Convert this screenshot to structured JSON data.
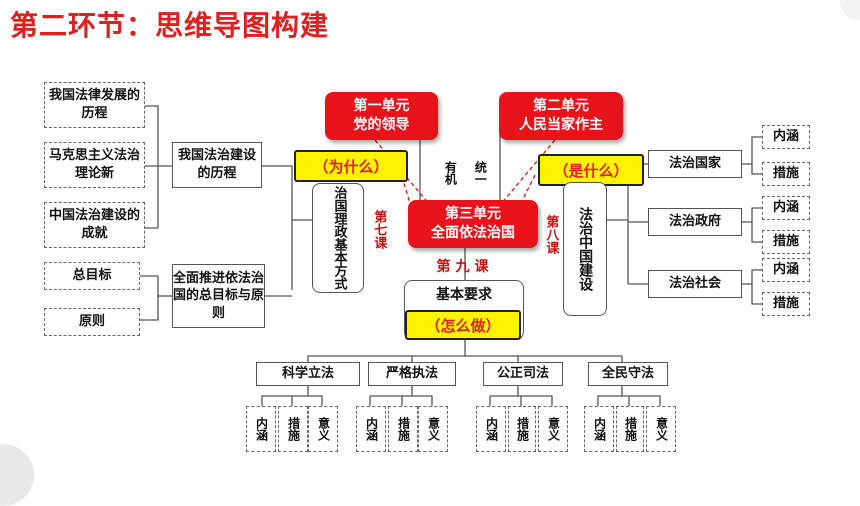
{
  "title": "第二环节：思维导图构建",
  "left": {
    "history_items": [
      "我国法律发展的历程",
      "马克思主义法治理论新",
      "中国法治建设的成就"
    ],
    "history_hub": "我国法治建设的历程",
    "goal_items": [
      "总目标",
      "原则"
    ],
    "goal_hub": "全面推进依法治国的总目标与原则"
  },
  "units": {
    "unit1": "第一单元\n党的领导",
    "unit2": "第二单元\n人民当家作主",
    "unit3": "第三单元\n全面依法治国"
  },
  "unity": [
    "有机",
    "统一"
  ],
  "why": "（为什么）",
  "what": "（是什么）",
  "how": "（怎么做）",
  "lesson7": {
    "label": "第七课",
    "box": "治国理政基本方式"
  },
  "lesson8": {
    "label": "第八课",
    "box": "法治中国建设"
  },
  "lesson9": "第九课",
  "basic_req": "基本要求",
  "right": {
    "items": [
      "法治国家",
      "法治政府",
      "法治社会"
    ],
    "subs": [
      "内涵",
      "措施"
    ]
  },
  "bottom": {
    "items": [
      "科学立法",
      "严格执法",
      "公正司法",
      "全民守法"
    ],
    "subs": [
      "内涵",
      "措施",
      "意义"
    ]
  }
}
